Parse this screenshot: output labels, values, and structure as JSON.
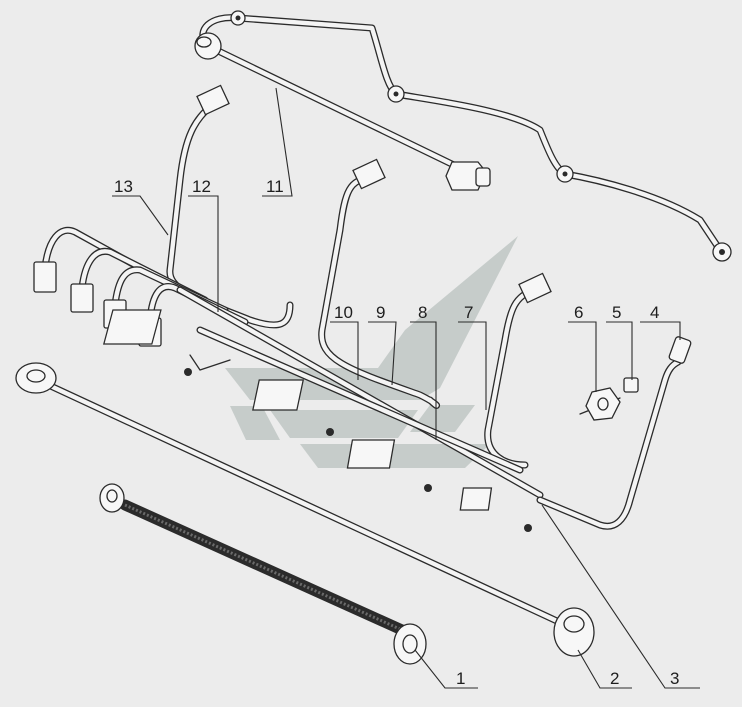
{
  "diagram": {
    "colors": {
      "background": "#ececec",
      "ink": "#2b2b2b",
      "watermark": "#b9c1bf"
    },
    "watermark": {
      "icon": "stylized-arrow-logo-icon"
    },
    "callouts": [
      {
        "id": "c1",
        "label": "1"
      },
      {
        "id": "c2",
        "label": "2"
      },
      {
        "id": "c3",
        "label": "3"
      },
      {
        "id": "c4",
        "label": "4"
      },
      {
        "id": "c5",
        "label": "5"
      },
      {
        "id": "c6",
        "label": "6"
      },
      {
        "id": "c7",
        "label": "7"
      },
      {
        "id": "c8",
        "label": "8"
      },
      {
        "id": "c9",
        "label": "9"
      },
      {
        "id": "c10",
        "label": "10"
      },
      {
        "id": "c11",
        "label": "11"
      },
      {
        "id": "c12",
        "label": "12"
      },
      {
        "id": "c13",
        "label": "13"
      }
    ]
  }
}
